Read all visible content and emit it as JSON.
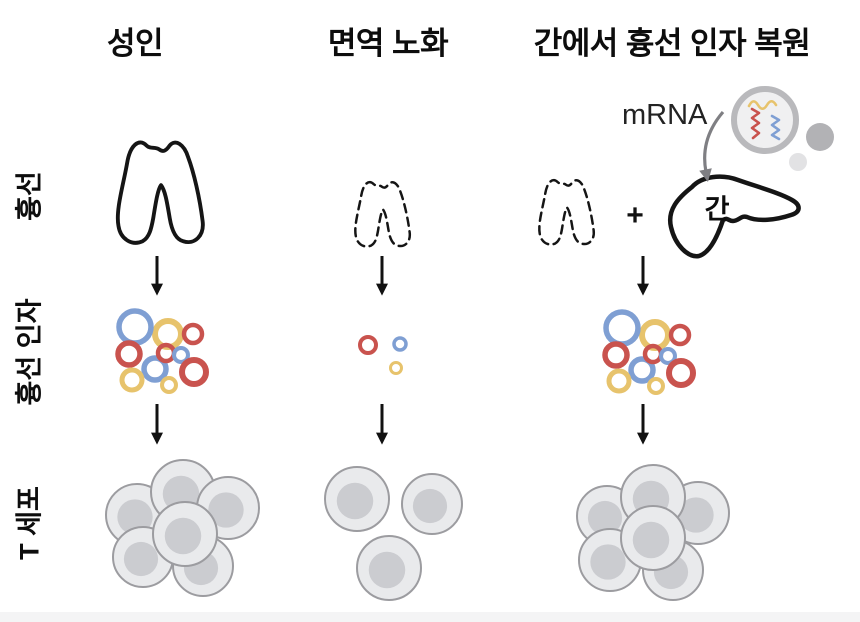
{
  "headers": [
    {
      "label": "성인"
    },
    {
      "label": "면역 노화"
    },
    {
      "label": "간에서 흉선 인자 복원"
    }
  ],
  "row_labels": [
    {
      "label": "흉선"
    },
    {
      "label": "흉선 인자"
    },
    {
      "label": "T 세포"
    }
  ],
  "annotations": {
    "mrna_label": "mRNA",
    "liver_label": "간",
    "plus_sign": "+"
  },
  "palette": {
    "blue": "#7f9fd3",
    "red": "#c9534e",
    "yellow": "#e7c36c",
    "outline": "#151515",
    "cell_fill": "#e9eaec",
    "cell_nucleus": "#cbccd0",
    "cell_border": "#9c9ca0",
    "gray_arrow": "#7f7f83",
    "nanoparticle_ring": "#b9b9bc",
    "nanoparticle_fill": "#f0f0f1",
    "bubble_dark": "#b2b2b5",
    "bubble_light": "#e2e2e4",
    "arrow_black": "#111111"
  },
  "figure": {
    "arrows": [
      [
        157,
        256,
        286
      ],
      [
        382,
        256,
        286
      ],
      [
        643,
        256,
        286
      ],
      [
        157,
        404,
        435
      ],
      [
        382,
        404,
        435
      ],
      [
        643,
        404,
        435
      ]
    ],
    "columns": [
      {
        "id": "adult",
        "thymus": "solid",
        "factors": [
          [
            168,
            334,
            13,
            6,
            "yellow"
          ],
          [
            135,
            327,
            16,
            5.5,
            "blue"
          ],
          [
            193,
            334,
            9,
            4.5,
            "red"
          ],
          [
            155,
            369,
            11,
            5.5,
            "blue"
          ],
          [
            129,
            354,
            11,
            5.5,
            "red"
          ],
          [
            166,
            353,
            8,
            4.5,
            "red"
          ],
          [
            181,
            355,
            7,
            4,
            "blue"
          ],
          [
            194,
            372,
            12,
            6,
            "red"
          ],
          [
            132,
            380,
            10,
            5,
            "yellow"
          ],
          [
            169,
            385,
            7,
            4,
            "yellow"
          ]
        ],
        "cells": [
          [
            137,
            515,
            31
          ],
          [
            183,
            492,
            32
          ],
          [
            228,
            508,
            31
          ],
          [
            143,
            557,
            30
          ],
          [
            203,
            566,
            30
          ],
          [
            185,
            534,
            32
          ]
        ]
      },
      {
        "id": "aged",
        "thymus": "dashed",
        "factors": [
          [
            368,
            345,
            8,
            4,
            "red"
          ],
          [
            400,
            344,
            6,
            3.5,
            "blue"
          ],
          [
            396,
            368,
            5.5,
            3,
            "yellow"
          ]
        ],
        "cells": [
          [
            357,
            499,
            32
          ],
          [
            432,
            504,
            30
          ],
          [
            389,
            568,
            32
          ]
        ]
      },
      {
        "id": "restored",
        "thymus": "dashed-plus-liver",
        "factors": [
          [
            655,
            335,
            13,
            6,
            "yellow"
          ],
          [
            622,
            328,
            16,
            5.5,
            "blue"
          ],
          [
            680,
            335,
            9,
            4.5,
            "red"
          ],
          [
            642,
            370,
            11,
            5.5,
            "blue"
          ],
          [
            616,
            355,
            11,
            5.5,
            "red"
          ],
          [
            653,
            354,
            8,
            4.5,
            "red"
          ],
          [
            668,
            356,
            7,
            4,
            "blue"
          ],
          [
            681,
            373,
            12,
            6,
            "red"
          ],
          [
            619,
            381,
            10,
            5,
            "yellow"
          ],
          [
            656,
            386,
            7,
            4,
            "yellow"
          ]
        ],
        "cells": [
          [
            607,
            516,
            30
          ],
          [
            698,
            513,
            31
          ],
          [
            653,
            497,
            32
          ],
          [
            610,
            560,
            31
          ],
          [
            673,
            570,
            30
          ],
          [
            653,
            538,
            32
          ]
        ]
      }
    ]
  }
}
